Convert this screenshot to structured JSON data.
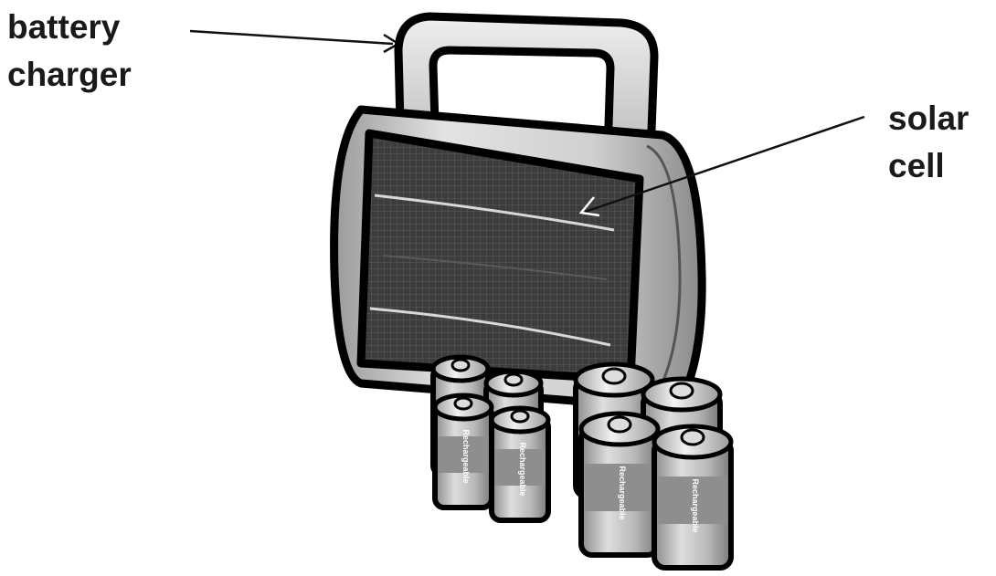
{
  "labels": {
    "battery_charger": [
      "battery",
      "charger"
    ],
    "solar_cell": [
      "solar",
      "cell"
    ]
  },
  "battery_text": "Rechargeable",
  "colors": {
    "outline": "#000000",
    "panel": "#4a4a4a",
    "case": "#cfcfcf",
    "handle": "#d9d9d9",
    "battery_body": "#b8b8b8",
    "battery_band": "#8e8e8e",
    "text": "#1a1a1a"
  }
}
